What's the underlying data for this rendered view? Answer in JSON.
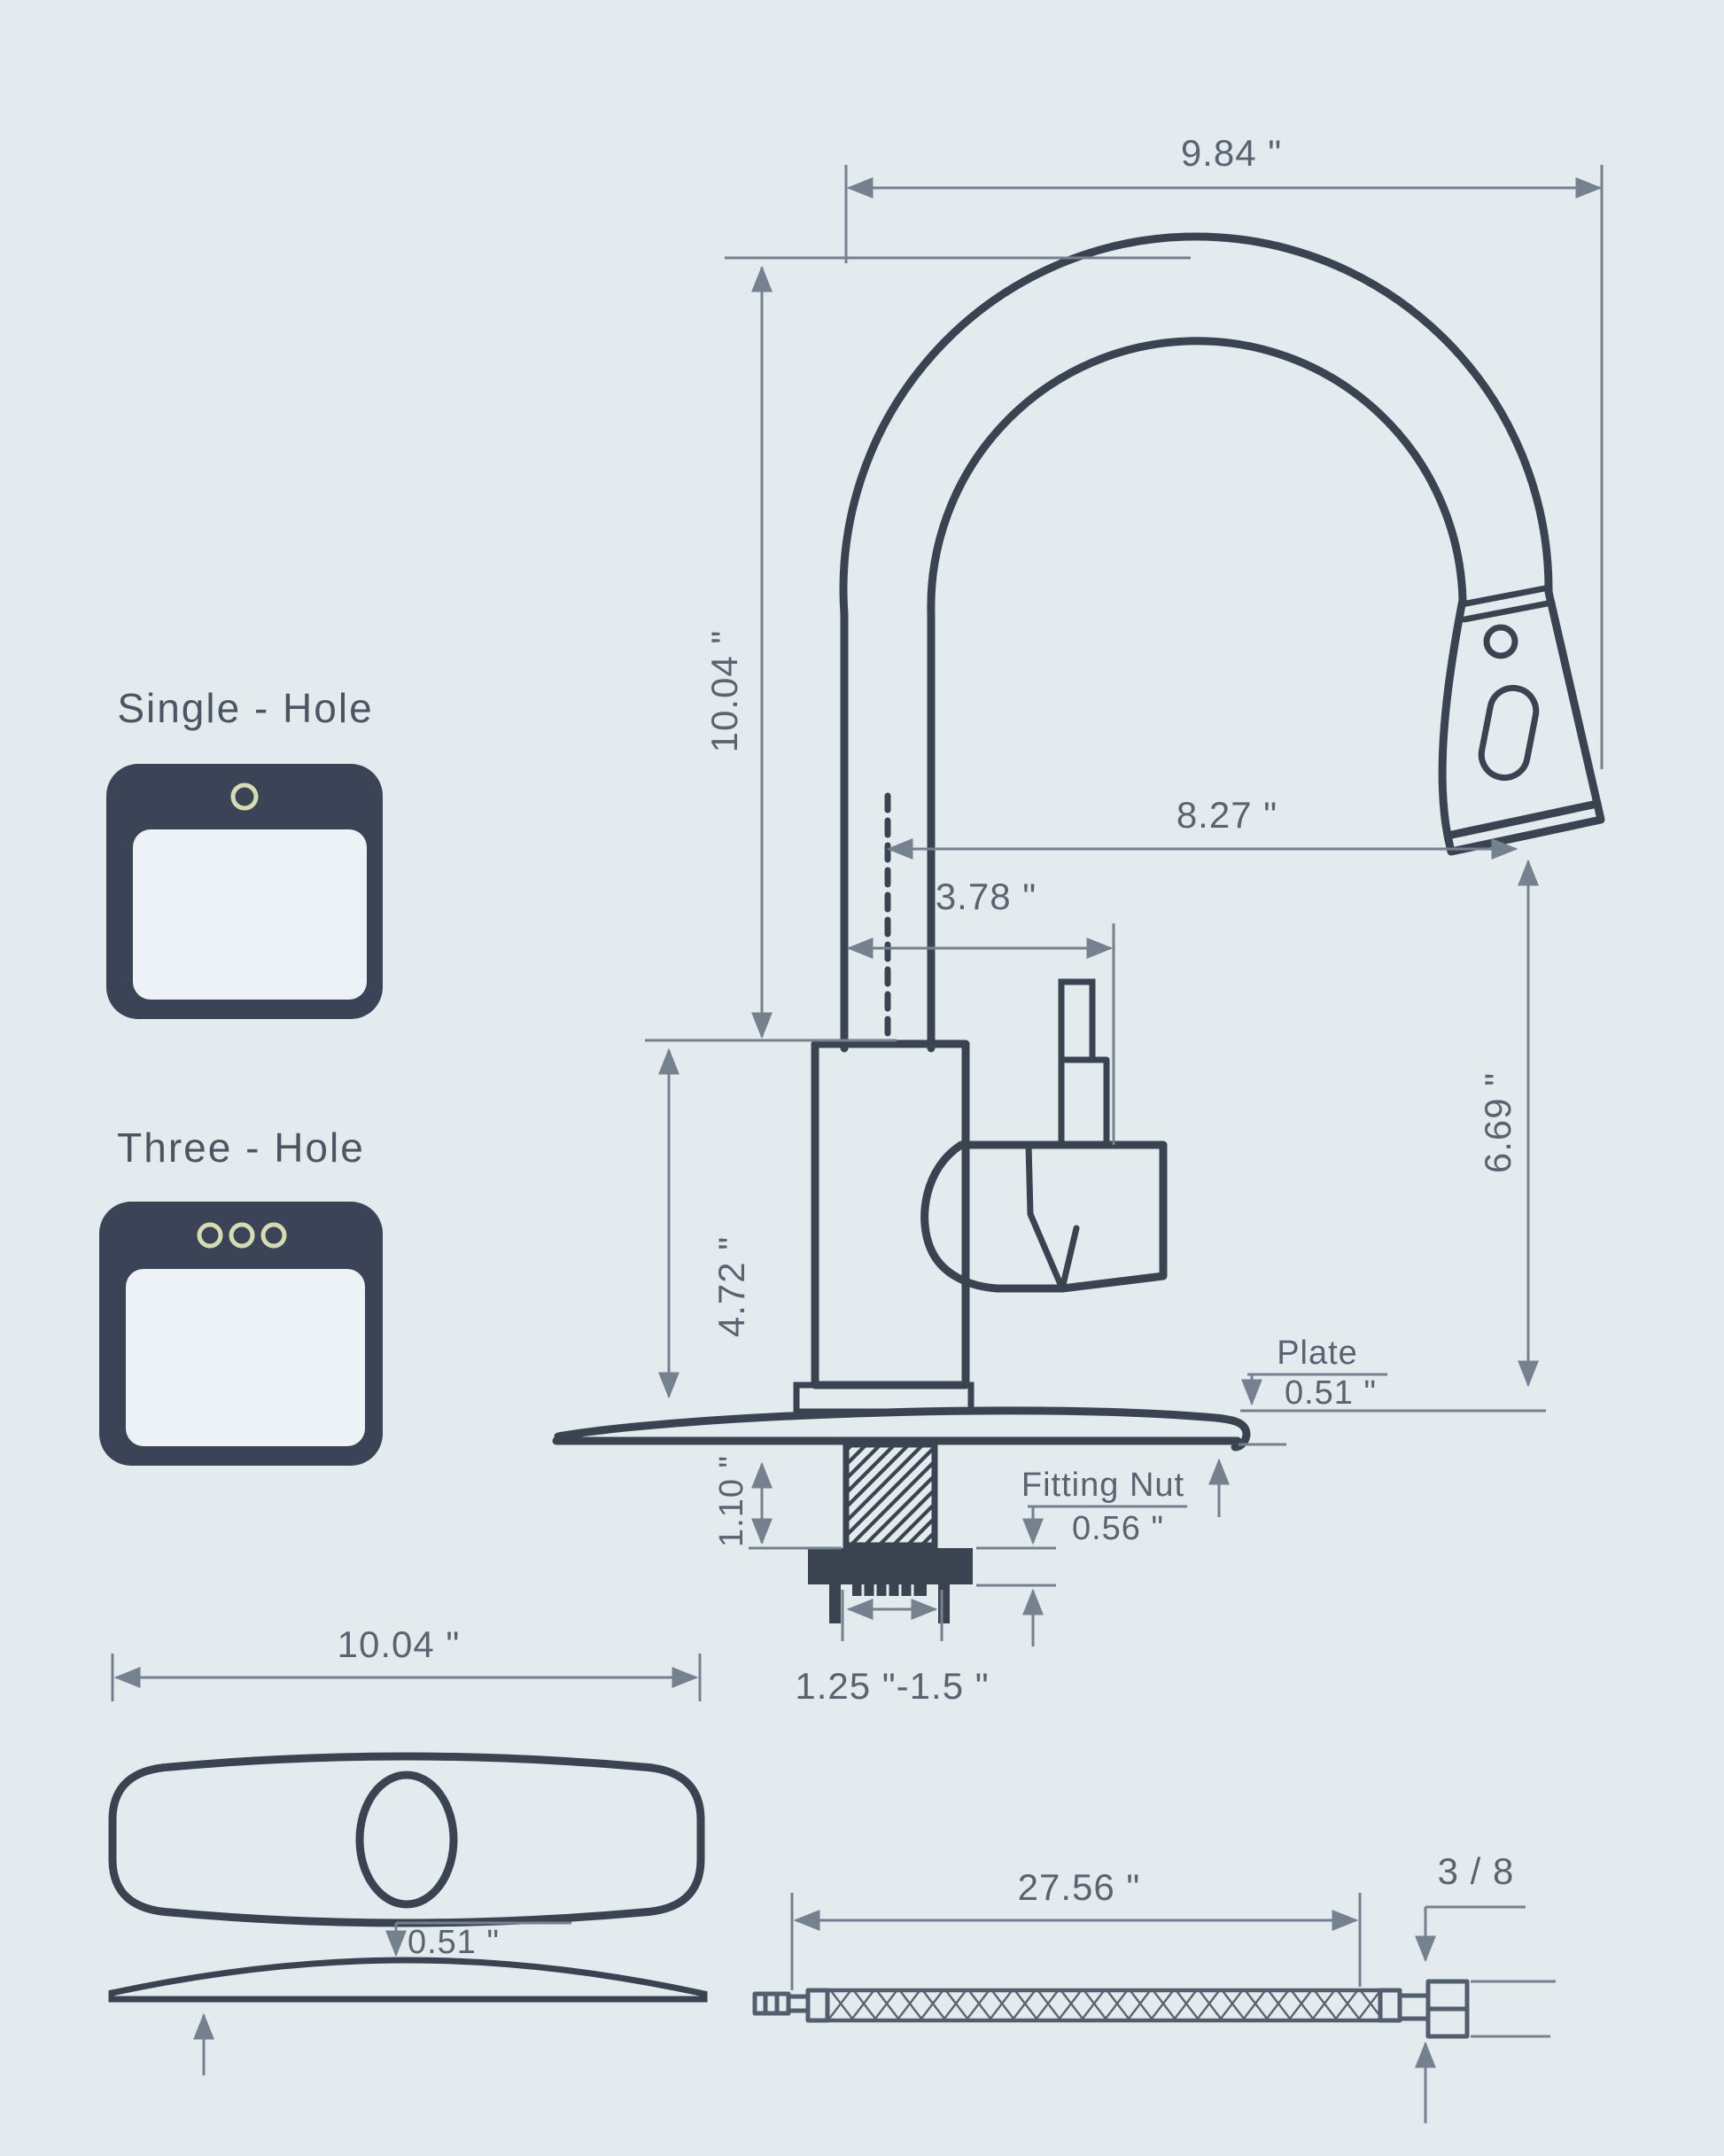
{
  "colors": {
    "background": "#e4ebef",
    "drawing_line": "#3a4350",
    "dimension_line": "#76818f",
    "text": "#5a6470",
    "icon_fill": "#3b4457",
    "icon_inner": "#edf2f6",
    "hole_ring": "#d5dcb4"
  },
  "faucet_view": {
    "spout_width": "9.84 \"",
    "overall_height": "10.04 \"",
    "spout_reach": "8.27 \"",
    "handle_clearance": "3.78 \"",
    "body_height": "4.72 \"",
    "outlet_height": "6.69 \"",
    "plate_label": "Plate",
    "plate_thickness": "0.51 \"",
    "fitting_nut_label": "Fitting Nut",
    "fitting_nut_height": "0.56 \"",
    "deck_thickness": "1.10 \"",
    "hole_diameter": "1.25 \"-1.5 \""
  },
  "mount_options": [
    {
      "label": "Single - Hole",
      "holes": 1
    },
    {
      "label": "Three - Hole",
      "holes": 3
    }
  ],
  "plate_top_view": {
    "width": "10.04 \""
  },
  "plate_side_view": {
    "thickness": "0.51 \""
  },
  "hose_view": {
    "length": "27.56 \"",
    "connector_size": "3 / 8"
  }
}
